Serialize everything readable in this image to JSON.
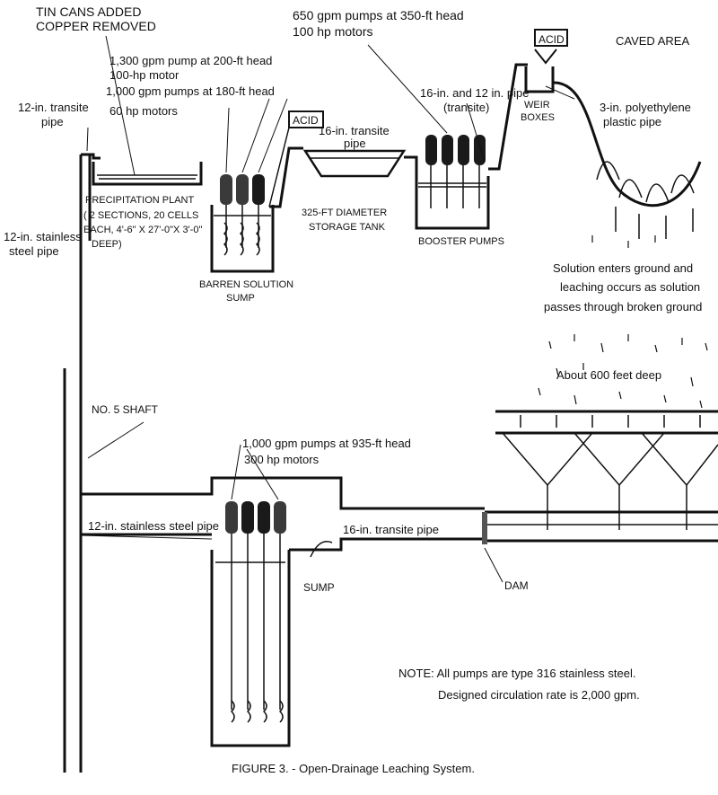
{
  "labels": {
    "tin_cans": "TIN CANS ADDED",
    "copper_removed": "COPPER REMOVED",
    "pump_1300": "1,300 gpm pump at 200-ft head",
    "motor_100": "100-hp motor",
    "pumps_1000_180": "1,000 gpm pumps at 180-ft head",
    "motors_60": "60 hp motors",
    "pumps_650": "650 gpm pumps at 350-ft head",
    "motors_100": "100 hp motors",
    "acid_1": "ACID",
    "acid_2": "ACID",
    "caved_area": "CAVED AREA",
    "transite_12": "12-in. transite",
    "transite_12_b": "pipe",
    "transite_16_top": "16-in. transite",
    "transite_16_top_b": "pipe",
    "pipe_16_12": "16-in. and 12 in. pipe",
    "pipe_16_12_b": "(transite)",
    "weir_1": "WEIR",
    "weir_2": "BOXES",
    "poly_1": "3-in. polyethylene",
    "poly_2": "plastic pipe",
    "precip_1": "PRECIPITATION PLANT",
    "precip_2": "( 2 SECTIONS, 20 CELLS",
    "precip_3": "EACH, 4'-6\" X 27'-0\"X 3'-0\"",
    "precip_4": "DEEP)",
    "storage_1": "325-FT DIAMETER",
    "storage_2": "STORAGE TANK",
    "booster": "BOOSTER PUMPS",
    "stainless_1": "12-in. stainless",
    "stainless_2": "steel pipe",
    "barren_1": "BARREN SOLUTION",
    "barren_2": "SUMP",
    "solution_1": "Solution enters ground and",
    "solution_2": "leaching occurs as solution",
    "solution_3": "passes through broken ground",
    "deep": "About 600 feet deep",
    "shaft": "NO. 5 SHAFT",
    "pumps_935": "1,000 gpm pumps at 935-ft head",
    "motors_300": "300 hp motors",
    "stainless_low": "12-in. stainless steel pipe",
    "transite_16_low": "16-in. transite pipe",
    "sump": "SUMP",
    "dam": "DAM",
    "note_1": "NOTE: All pumps are type 316 stainless steel.",
    "note_2": "Designed circulation rate is 2,000 gpm.",
    "caption": "FIGURE 3. - Open-Drainage Leaching System."
  }
}
